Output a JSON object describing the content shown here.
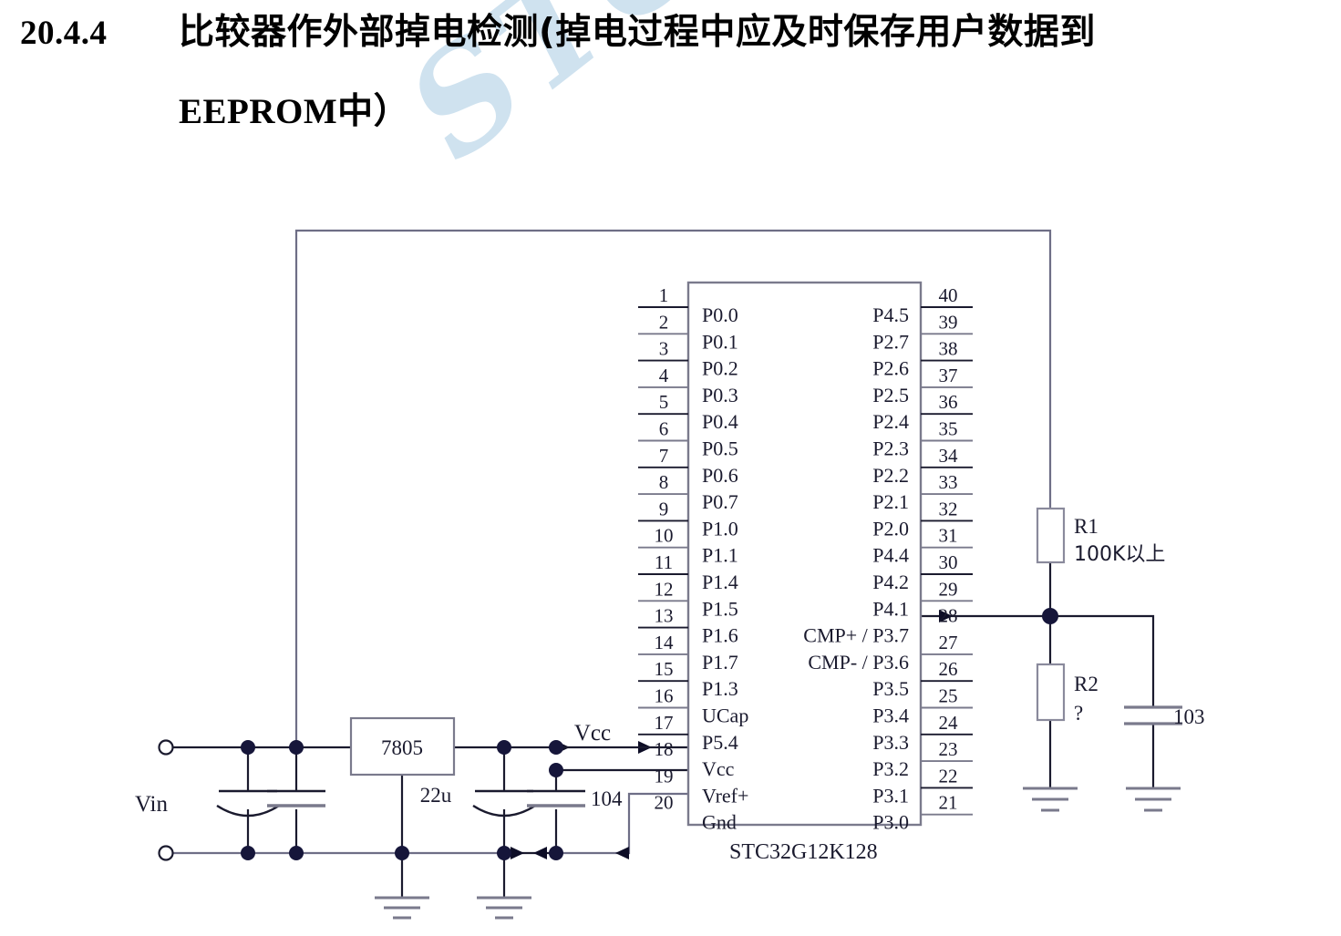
{
  "heading": {
    "number": "20.4.4",
    "line1": "比较器作外部掉电检测(掉电过程中应及时保存用户数据到",
    "line2_text": "EEPROM",
    "line2_suffix": " 中）"
  },
  "watermark": {
    "text": "STC MCU"
  },
  "schematic": {
    "chip": {
      "name": "STC32G12K128",
      "left_pins": [
        {
          "num": "1",
          "label": "P0.0"
        },
        {
          "num": "2",
          "label": "P0.1"
        },
        {
          "num": "3",
          "label": "P0.2"
        },
        {
          "num": "4",
          "label": "P0.3"
        },
        {
          "num": "5",
          "label": "P0.4"
        },
        {
          "num": "6",
          "label": "P0.5"
        },
        {
          "num": "7",
          "label": "P0.6"
        },
        {
          "num": "8",
          "label": "P0.7"
        },
        {
          "num": "9",
          "label": "P1.0"
        },
        {
          "num": "10",
          "label": "P1.1"
        },
        {
          "num": "11",
          "label": "P1.4"
        },
        {
          "num": "12",
          "label": "P1.5"
        },
        {
          "num": "13",
          "label": "P1.6"
        },
        {
          "num": "14",
          "label": "P1.7"
        },
        {
          "num": "15",
          "label": "P1.3"
        },
        {
          "num": "16",
          "label": "UCap"
        },
        {
          "num": "17",
          "label": "P5.4"
        },
        {
          "num": "18",
          "label": "Vcc"
        },
        {
          "num": "19",
          "label": "Vref+"
        },
        {
          "num": "20",
          "label": "Gnd"
        }
      ],
      "right_pins": [
        {
          "num": "40",
          "label": "P4.5"
        },
        {
          "num": "39",
          "label": "P2.7"
        },
        {
          "num": "38",
          "label": "P2.6"
        },
        {
          "num": "37",
          "label": "P2.5"
        },
        {
          "num": "36",
          "label": "P2.4"
        },
        {
          "num": "35",
          "label": "P2.3"
        },
        {
          "num": "34",
          "label": "P2.2"
        },
        {
          "num": "33",
          "label": "P2.1"
        },
        {
          "num": "32",
          "label": "P2.0"
        },
        {
          "num": "31",
          "label": "P4.4"
        },
        {
          "num": "30",
          "label": "P4.2"
        },
        {
          "num": "29",
          "label": "P4.1"
        },
        {
          "num": "28",
          "label": "CMP+ / P3.7"
        },
        {
          "num": "27",
          "label": "CMP- / P3.6"
        },
        {
          "num": "26",
          "label": "P3.5"
        },
        {
          "num": "25",
          "label": "P3.4"
        },
        {
          "num": "24",
          "label": "P3.3"
        },
        {
          "num": "23",
          "label": "P3.2"
        },
        {
          "num": "22",
          "label": "P3.1"
        },
        {
          "num": "21",
          "label": "P3.0"
        }
      ]
    },
    "components": {
      "regulator": "7805",
      "vin_label": "Vin",
      "vcc_label": "Vcc",
      "cap_22u": "22u",
      "cap_104": "104",
      "cap_103": "103",
      "r1_name": "R1",
      "r1_value": "100K以上",
      "r2_name": "R2",
      "r2_value": "?"
    }
  },
  "colors": {
    "wire": "#1a1a2e",
    "wire_gray": "#7a7a8c",
    "box_border": "#7a7a8c",
    "text": "#1a1a2e",
    "watermark": "#cfe2ef"
  }
}
